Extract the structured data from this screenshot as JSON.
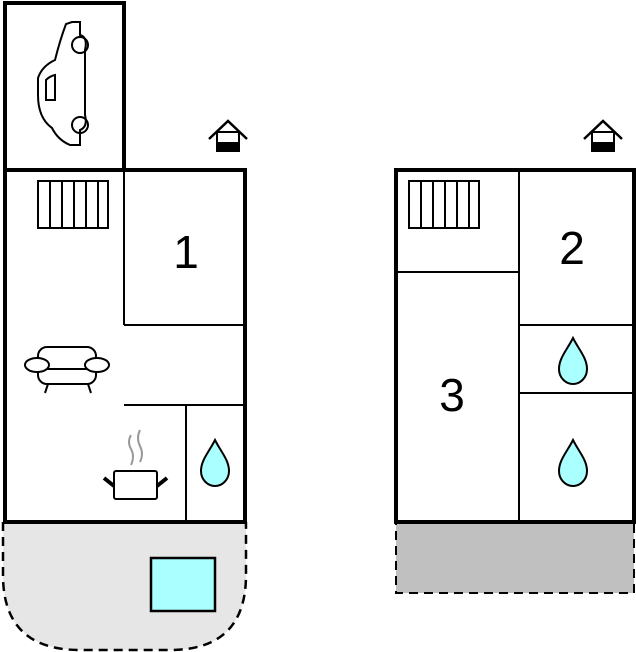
{
  "floorplan": {
    "ground_floor": {
      "rooms": [
        {
          "label": "1"
        }
      ],
      "icons": [
        "car-icon",
        "stairs-icon",
        "sofa-icon",
        "cooking-pot-icon",
        "water-drop-icon",
        "pool-icon",
        "entrance-house-icon"
      ]
    },
    "upper_floor": {
      "rooms": [
        {
          "label": "2"
        },
        {
          "label": "3"
        }
      ],
      "icons": [
        "stairs-icon",
        "water-drop-icon",
        "water-drop-icon",
        "entrance-house-icon"
      ]
    },
    "colors": {
      "water": "#aaffff",
      "terrace": "#e6e6e6",
      "balcony": "#c0c0c0",
      "wall": "#000000"
    }
  }
}
